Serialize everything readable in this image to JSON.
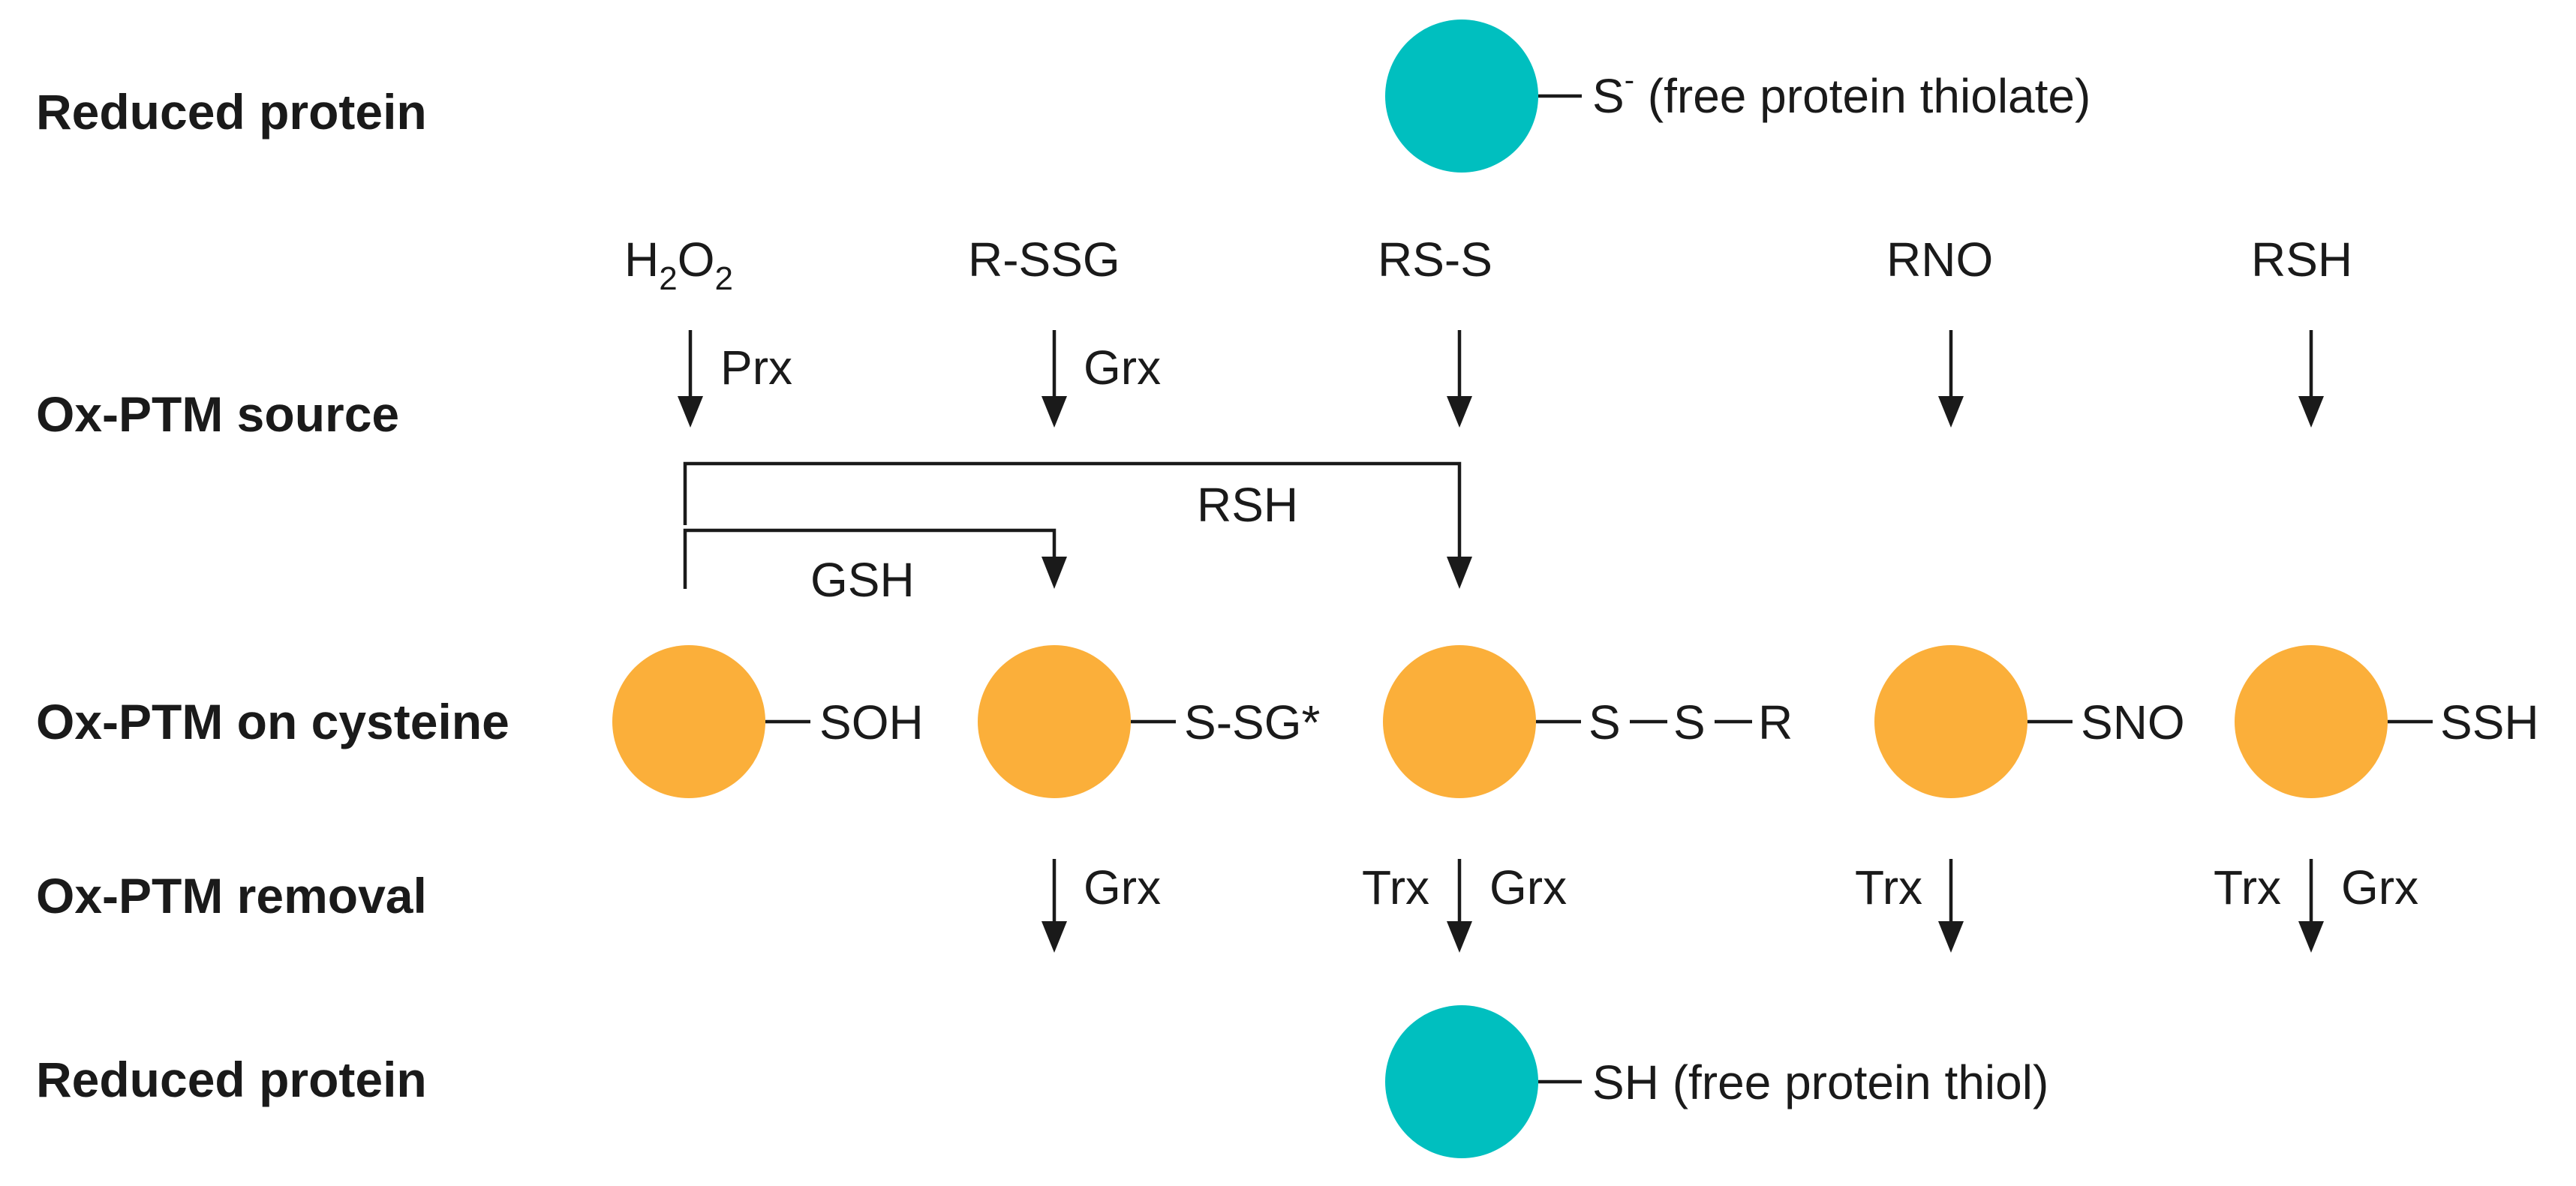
{
  "colors": {
    "reduced": "#00BFBF",
    "oxidized": "#FBAF3A",
    "ink": "#1a1a1a"
  },
  "row_labels": {
    "top": "Reduced protein",
    "source": "Ox-PTM source",
    "cysteine": "Ox-PTM on cysteine",
    "removal": "Ox-PTM removal",
    "bottom": "Reduced protein"
  },
  "top_protein": {
    "group": "S",
    "charge": "-",
    "desc": "(free protein thiolate)"
  },
  "bottom_protein": {
    "group": "SH (free protein thiol)"
  },
  "sources": {
    "h2o2": {
      "h": "H",
      "sub1": "2",
      "o": "O",
      "sub2": "2",
      "enzyme": "Prx"
    },
    "rssg": {
      "label": "R-SSG",
      "enzyme": "Grx"
    },
    "rss": {
      "label": "RS-S"
    },
    "rno": {
      "label": "RNO"
    },
    "rsh": {
      "label": "RSH"
    }
  },
  "brackets": {
    "rsh_label": "RSH",
    "gsh_label": "GSH"
  },
  "cysteine_mods": {
    "soh": "SOH",
    "ssg": "S-SG*",
    "ssr": {
      "s1": "S",
      "s2": "S",
      "r": "R"
    },
    "sno": "SNO",
    "ssh": "SSH"
  },
  "removal": {
    "ssg": {
      "right": "Grx"
    },
    "ssr": {
      "left": "Trx",
      "right": "Grx"
    },
    "sno": {
      "left": "Trx"
    },
    "ssh": {
      "left": "Trx",
      "right": "Grx"
    }
  }
}
